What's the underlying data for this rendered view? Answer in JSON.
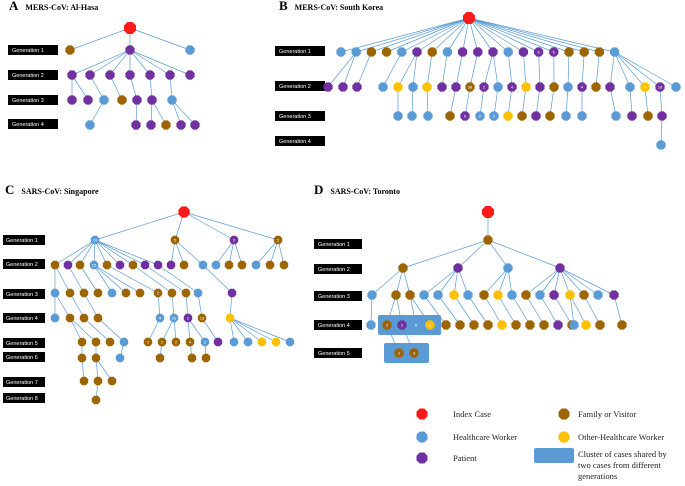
{
  "colors": {
    "index": "#ff1a1a",
    "hcw": "#5b9bd5",
    "patient": "#7030a0",
    "family": "#9c6500",
    "other_hcw": "#ffc000",
    "edge": "#5b9bd5",
    "cluster": "#5b9bd5",
    "label_bg": "#000000"
  },
  "legend": {
    "index": "Index Case",
    "hcw": "Healthcare Worker",
    "patient": "Patient",
    "family": "Family or Visitor",
    "other_hcw": "Other-Healthcare Worker",
    "cluster_line1": "Cluster of cases shared by",
    "cluster_line2": "two cases from different",
    "cluster_line3": "generations"
  },
  "panels": [
    {
      "id": "A",
      "letter": "A",
      "title": "MERS-CoV: Al-Hasa",
      "generations": [
        "Generation 1",
        "Generation 2",
        "Generation 3",
        "Generation 4"
      ]
    },
    {
      "id": "B",
      "letter": "B",
      "title": "MERS-CoV: South Korea",
      "generations": [
        "Generation 1",
        "Generation 2",
        "Generation 3",
        "Generation 4"
      ]
    },
    {
      "id": "C",
      "letter": "C",
      "title": "SARS-CoV: Singapore",
      "generations": [
        "Generation 1",
        "Generation 2",
        "Generation 3",
        "Generation 4",
        "Generation 5",
        "Generation 6",
        "Generation 7",
        "Generation 8"
      ]
    },
    {
      "id": "D",
      "letter": "D",
      "title": "SARS-CoV: Toronto",
      "generations": [
        "Generation 1",
        "Generation 2",
        "Generation 3",
        "Generation 4",
        "Generation 5"
      ]
    }
  ],
  "node_labels": {
    "b_gen1_13": "6",
    "b_gen1_14": "6",
    "b_gen2_9": "38",
    "b_gen2_10": "2",
    "b_gen2_12": "4",
    "b_gen2_17": "4",
    "b_gen2_21": "4",
    "b_gen2_22": "16",
    "b_gen3_4": "5",
    "b_gen3_5": "2",
    "b_gen3_6": "2",
    "c_gen1_0": "10",
    "c_gen1_1": "5",
    "c_gen1_2": "2",
    "c_gen1_3": "2",
    "c_gen2_3": "15",
    "c_gen3_7": "2",
    "c_gen4_4": "4",
    "c_gen4_5": "10",
    "c_gen4_6": "2",
    "c_gen4_7": "13",
    "c_gen5_4": "2",
    "c_gen5_5": "2",
    "c_gen5_6": "2",
    "c_gen5_7": "4",
    "c_gen5_8": "2",
    "d_gen4_1": "2",
    "d_gen4_2": "2",
    "d_gen4_3": "6",
    "d_gen4_4": "2",
    "d_gen5_0": "2",
    "d_gen5_1": "4"
  }
}
